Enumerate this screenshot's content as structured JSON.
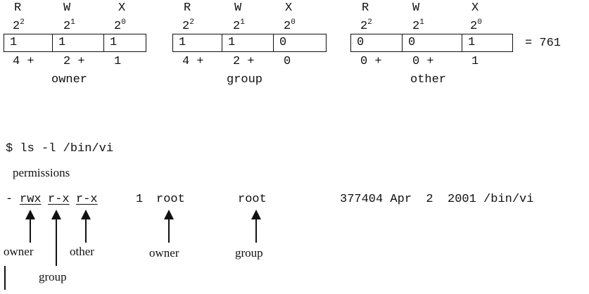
{
  "groups": [
    {
      "headers": [
        "R",
        "W",
        "X"
      ],
      "exponents": [
        "2",
        "1",
        "0"
      ],
      "bits": [
        "1",
        "1",
        "1"
      ],
      "weights": [
        "4 +",
        "2 +",
        "1"
      ],
      "label": "owner"
    },
    {
      "headers": [
        "R",
        "W",
        "X"
      ],
      "exponents": [
        "2",
        "1",
        "0"
      ],
      "bits": [
        "1",
        "1",
        "0"
      ],
      "weights": [
        "4 +",
        "2 +",
        "0"
      ],
      "label": "group"
    },
    {
      "headers": [
        "R",
        "W",
        "X"
      ],
      "exponents": [
        "2",
        "1",
        "0"
      ],
      "bits": [
        "0",
        "0",
        "1"
      ],
      "weights": [
        "0 +",
        "0 +",
        "1"
      ],
      "label": "other"
    }
  ],
  "base": "2",
  "result": "= 761",
  "command": "$ ls -l /bin/vi",
  "permissions_heading": "permissions",
  "listing": {
    "lead": "-",
    "owner_perm": "rwx",
    "group_perm": "r-x",
    "other_perm": "r-x",
    "links": "1",
    "owner": "root",
    "group": "root",
    "rest": "377404 Apr  2  2001 /bin/vi"
  },
  "arrow_labels": {
    "owner_perm": "owner",
    "group_perm": "group",
    "other_perm": "other",
    "owner": "owner",
    "group": "group"
  }
}
